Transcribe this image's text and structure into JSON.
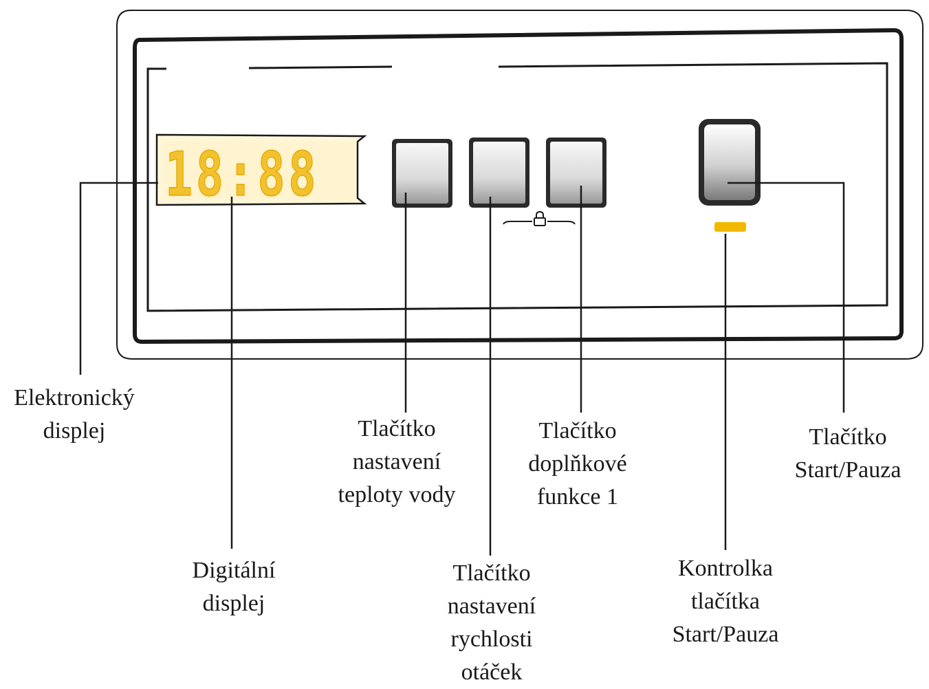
{
  "display": {
    "digits": "18:88",
    "segment_color": "#f2c12e",
    "backlight_color": "#fdf6d8"
  },
  "labels": {
    "electronic_display": [
      "Elektronický",
      "displej"
    ],
    "digital_display": [
      "Digitální",
      "displej"
    ],
    "temperature_button": [
      "Tlačítko",
      "nastavení",
      "teploty vody"
    ],
    "spin_speed_button": [
      "Tlačítko",
      "nastavení",
      "rychlosti",
      "otáček"
    ],
    "extra_function_button": [
      "Tlačítko",
      "doplňkové",
      "funkce 1"
    ],
    "start_pause_indicator": [
      "Kontrolka",
      "tlačítka",
      "Start/Pauza"
    ],
    "start_pause_button": [
      "Tlačítko",
      "Start/Pauza"
    ]
  },
  "colors": {
    "line": "#1a1a1a",
    "indicator": "#f2b800",
    "button_face": "#e8e8e8"
  },
  "icons": {
    "child_lock": "padlock-icon"
  }
}
